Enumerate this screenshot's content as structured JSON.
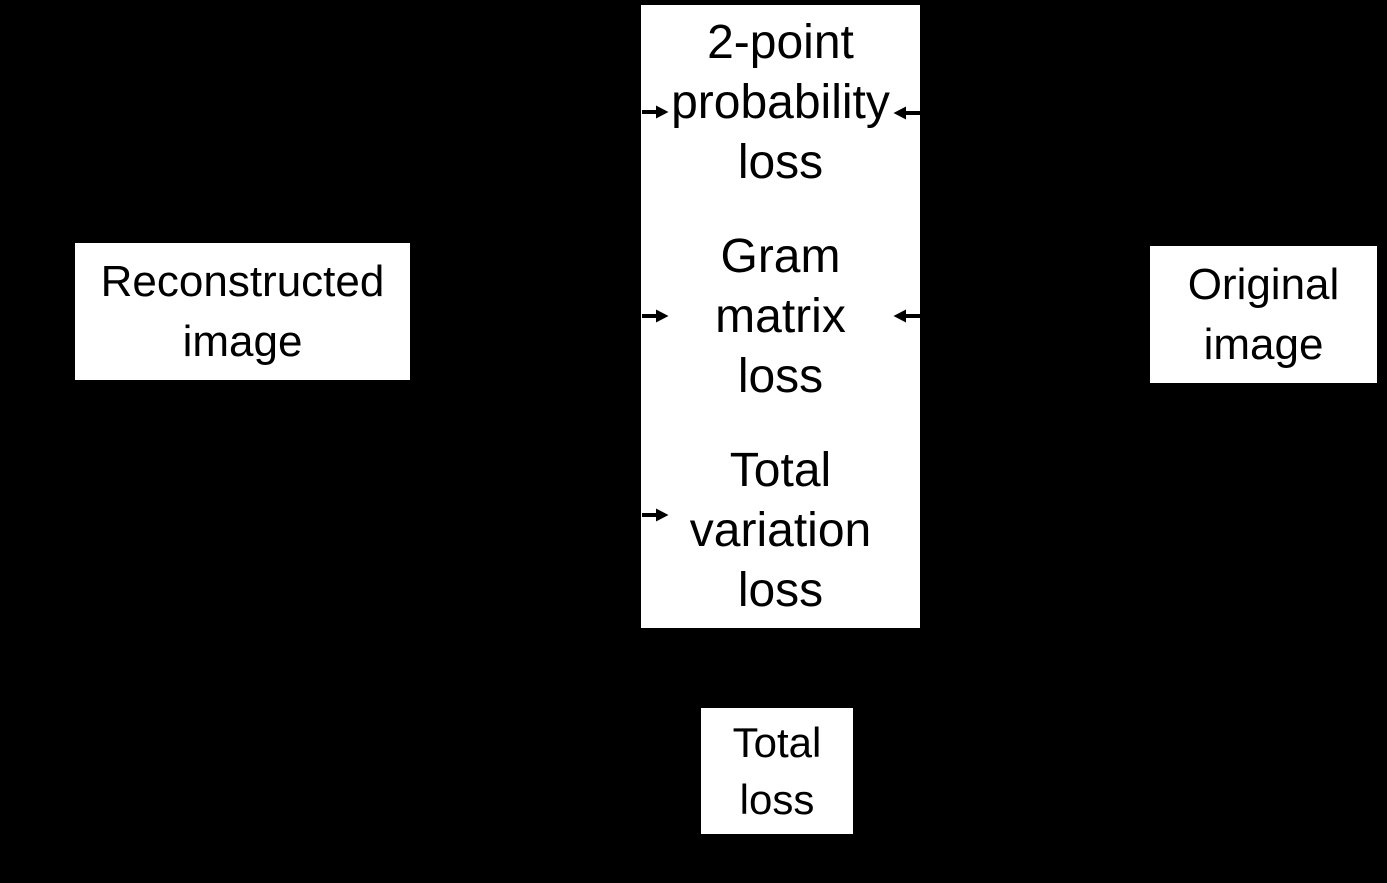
{
  "colors": {
    "background": "#000000",
    "box_fill": "#ffffff",
    "text": "#000000",
    "arrow": "#000000"
  },
  "boxes": {
    "reconstructed_image": {
      "line1": "Reconstructed",
      "line2": "image"
    },
    "loss_panel": {
      "two_point": {
        "line1": "2-point",
        "line2": "probability",
        "line3": "loss"
      },
      "gram": {
        "line1": "Gram",
        "line2": "matrix",
        "line3": "loss"
      },
      "total_variation": {
        "line1": "Total",
        "line2": "variation",
        "line3": "loss"
      }
    },
    "original_image": {
      "line1": "Original",
      "line2": "image"
    },
    "total_loss": {
      "line1": "Total",
      "line2": "loss"
    }
  },
  "icons": {
    "left_side": "arrow-right-icon (3, from reconstructed image into loss panel)",
    "right_side": "arrow-left-icon (2, from original image into loss panel)"
  }
}
